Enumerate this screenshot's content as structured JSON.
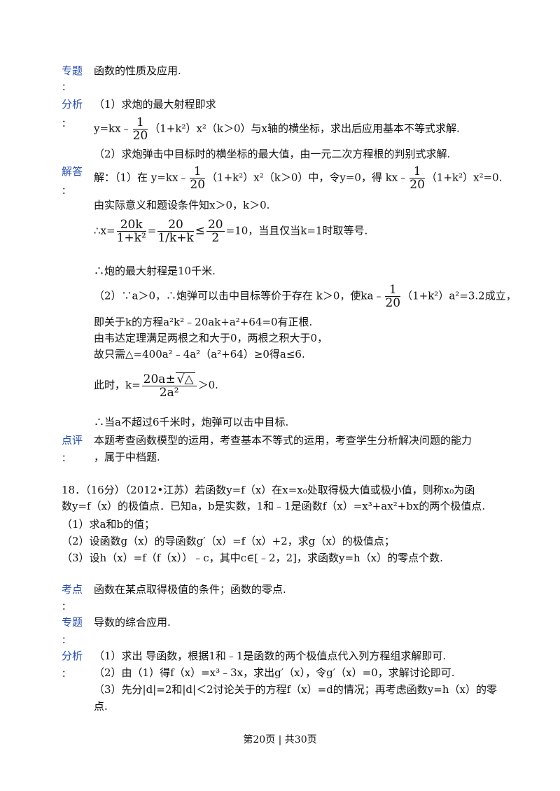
{
  "block1": {
    "zhuanti_label": "专题",
    "zhuanti_text": "函数的性质及应用.",
    "colon": "：",
    "fenxi_label": "分析",
    "fenxi_line1": "（1）求炮的最大射程即求",
    "fenxi_line2_a": "y=kx﹣",
    "frac_1": "1",
    "frac_20": "20",
    "fenxi_line2_b": "（1+k²）x²（k＞0）与x轴的横坐标，求出后应用基本不等式求解.",
    "fenxi_line3": "（2）求炮弹击中目标时的横坐标的最大值，由一元二次方程根的判别式求解.",
    "jieda_label": "解答",
    "jieda_line1_a": "解：（1）在 y=kx﹣",
    "jieda_line1_b": "（1+k²）x²（k＞0）中，令y=0，得 kx﹣",
    "jieda_line1_c": "（1+k²）x²=0.",
    "jieda_line2": "由实际意义和题设条件知x＞0，k＞0.",
    "jieda_line3_pre": "∴x=",
    "jieda_line3_f1_num": "20k",
    "jieda_line3_f1_den": "1+k²",
    "jieda_line3_eq": "=",
    "jieda_line3_f2_num": "20",
    "jieda_line3_f2_den": "1/k+k",
    "jieda_line3_le": "≤",
    "jieda_line3_f3_num": "20",
    "jieda_line3_f3_den": "2",
    "jieda_line3_post": "=10，当且仅当k=1时取等号.",
    "jieda_line4": "∴炮的最大射程是10千米.",
    "jieda_line5_a": "（2）∵a＞0，∴炮弹可以击中目标等价于存在 k＞0，使ka﹣",
    "jieda_line5_b": "（1+k²）a²=3.2成立，",
    "jieda_line6": "即关于k的方程a²k²﹣20ak+a²+64=0有正根.",
    "jieda_line7": "由韦达定理满足两根之和大于0，两根之积大于0，",
    "jieda_line8": "故只需△=400a²﹣4a²（a²+64）≥0得a≤6.",
    "jieda_line9_pre": "此时，k=",
    "jieda_line9_num_a": "20a±",
    "jieda_line9_num_sqrt": "△",
    "jieda_line9_den": "2a²",
    "jieda_line9_post": "＞0.",
    "jieda_line10": "∴当a不超过6千米时，炮弹可以击中目标.",
    "dianping_label": "点评",
    "dianping_line1": "本题考查函数模型的运用，考查基本不等式的运用，考查学生分析解决问题的能力",
    "dianping_line2": "，属于中档题."
  },
  "q18": {
    "line1": "18．（16分）（2012•江苏）若函数y=f（x）在x=x₀处取得极大值或极小值，则称x₀为函",
    "line2": "数y=f（x）的极值点．已知a，b是实数，1和﹣1是函数f（x）=x³+ax²+bx的两个极值点.",
    "line3": "（1）求a和b的值；",
    "line4": "（2）设函数g（x）的导函数g′（x）=f（x）+2，求g（x）的极值点；",
    "line5": "（3）设h（x）=f（f（x））﹣c，其中c∈[﹣2，2]，求函数y=h（x）的零点个数."
  },
  "block2": {
    "kaodian_label": "考点",
    "kaodian_text": "函数在某点取得极值的条件；函数的零点.",
    "zhuanti_label": "专题",
    "zhuanti_text": "导数的综合应用.",
    "fenxi_label": "分析",
    "fenxi_line1": "（1）求出 导函数，根据1和﹣1是函数的两个极值点代入列方程组求解即可.",
    "fenxi_line2": "（2）由（1）得f（x）=x³﹣3x，求出g′（x），令g′（x）=0，求解讨论即可.",
    "fenxi_line3": "（3）先分|d|=2和|d|＜2讨论关于的方程f（x）=d的情况；再考虑函数y=h（x）的零",
    "fenxi_line4": "点."
  },
  "footer": {
    "page": "第20页 | 共30页"
  }
}
